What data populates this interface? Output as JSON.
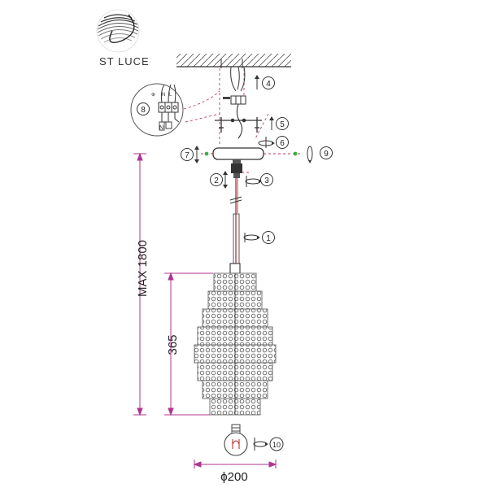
{
  "brand": {
    "name": "ST LUCE",
    "logo_icon": "swirl-sphere-logo-icon"
  },
  "dimensions": {
    "total_height": "MAX 1800",
    "shade_height": "365",
    "diameter": "ϕ200"
  },
  "steps": [
    "1",
    "2",
    "3",
    "4",
    "5",
    "6",
    "7",
    "8",
    "9",
    "10"
  ],
  "terminal": {
    "labels": [
      "⊕",
      "N",
      "L"
    ],
    "n_label": "N"
  },
  "colors": {
    "dimension_line": "#b0358f",
    "cord": "#b32222",
    "screw_green": "#3fae49",
    "line": "#333333"
  }
}
